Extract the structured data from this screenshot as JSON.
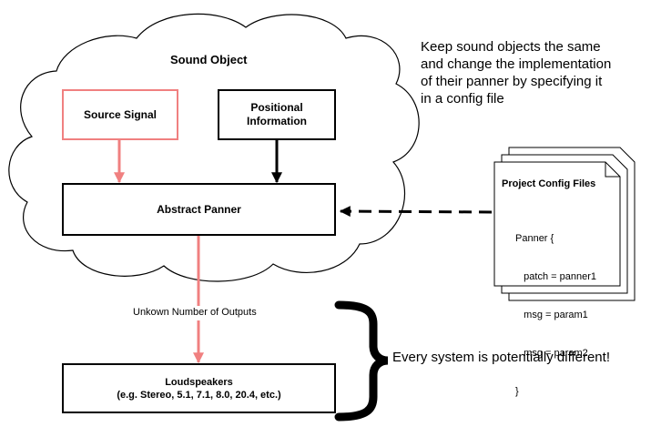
{
  "cloud_title": "Sound Object",
  "source_signal": "Source Signal",
  "positional_info": [
    "Positional",
    "Information"
  ],
  "abstract_panner": "Abstract Panner",
  "outputs_label": "Unkown Number of Outputs",
  "loudspeakers": {
    "title": "Loudspeakers",
    "subtitle": "(e.g. Stereo, 5.1, 7.1, 8.0, 20.4, etc.)"
  },
  "note": [
    "Keep sound objects the same",
    "and change the implementation",
    "of their panner by specifying it",
    "in a config file"
  ],
  "config": {
    "title": "Project Config Files",
    "lines": [
      "Panner {",
      "   patch = panner1",
      "   msg = param1",
      "   msg = param2",
      "}"
    ]
  },
  "system_note": "Every system is potentially different!",
  "colors": {
    "signal": "#f08080",
    "line": "#000000"
  }
}
